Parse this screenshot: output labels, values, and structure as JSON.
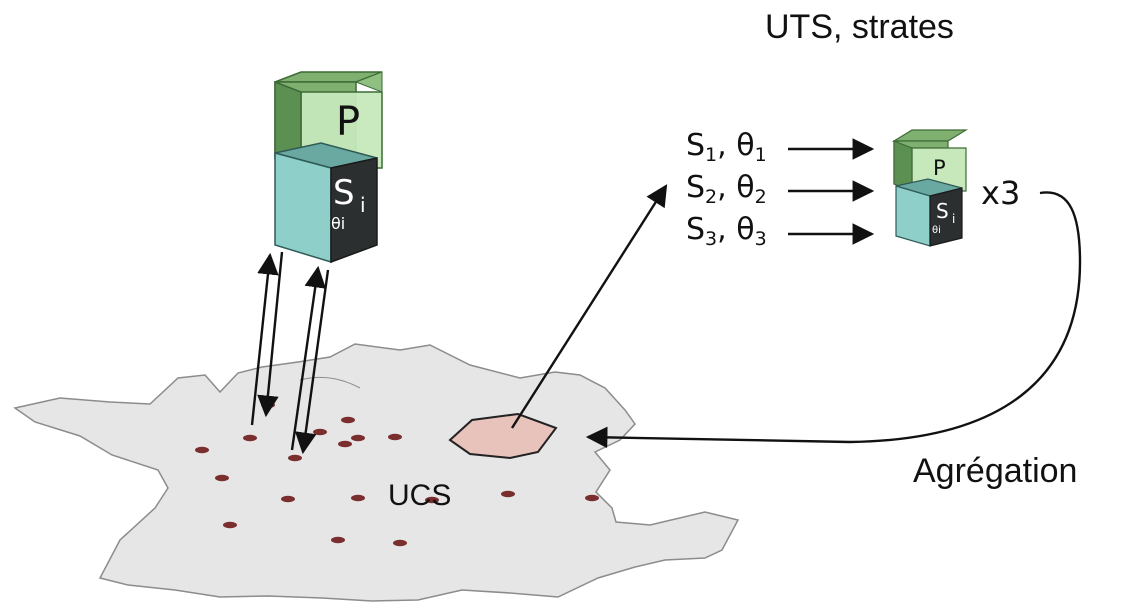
{
  "title": "UTS, strates",
  "aggregation_label": "Agrégation",
  "ucs_label": "UCS",
  "multiplier_label": "x3",
  "cube_large": {
    "top_label": "P",
    "side_label": "S",
    "side_sub": "i",
    "side_small": "θi"
  },
  "cube_small": {
    "top_label": "P",
    "side_label": "S",
    "side_sub": "i",
    "side_small": "θi"
  },
  "strates": [
    {
      "s": "S",
      "s_sub": "1",
      "theta": "θ",
      "theta_sub": "1"
    },
    {
      "s": "S",
      "s_sub": "2",
      "theta": "θ",
      "theta_sub": "2"
    },
    {
      "s": "S",
      "s_sub": "3",
      "theta": "θ",
      "theta_sub": "3"
    }
  ],
  "colors": {
    "map_fill": "#e6e6e6",
    "map_stroke": "#8c8c8c",
    "point": "#7a2e2e",
    "region_fill": "#e8c3bb",
    "cube_green_front": "#b7dfa9",
    "cube_green_dark": "#5c8f52",
    "cube_teal_front": "#8fcfc9",
    "cube_teal_dark": "#2b2f2f"
  }
}
